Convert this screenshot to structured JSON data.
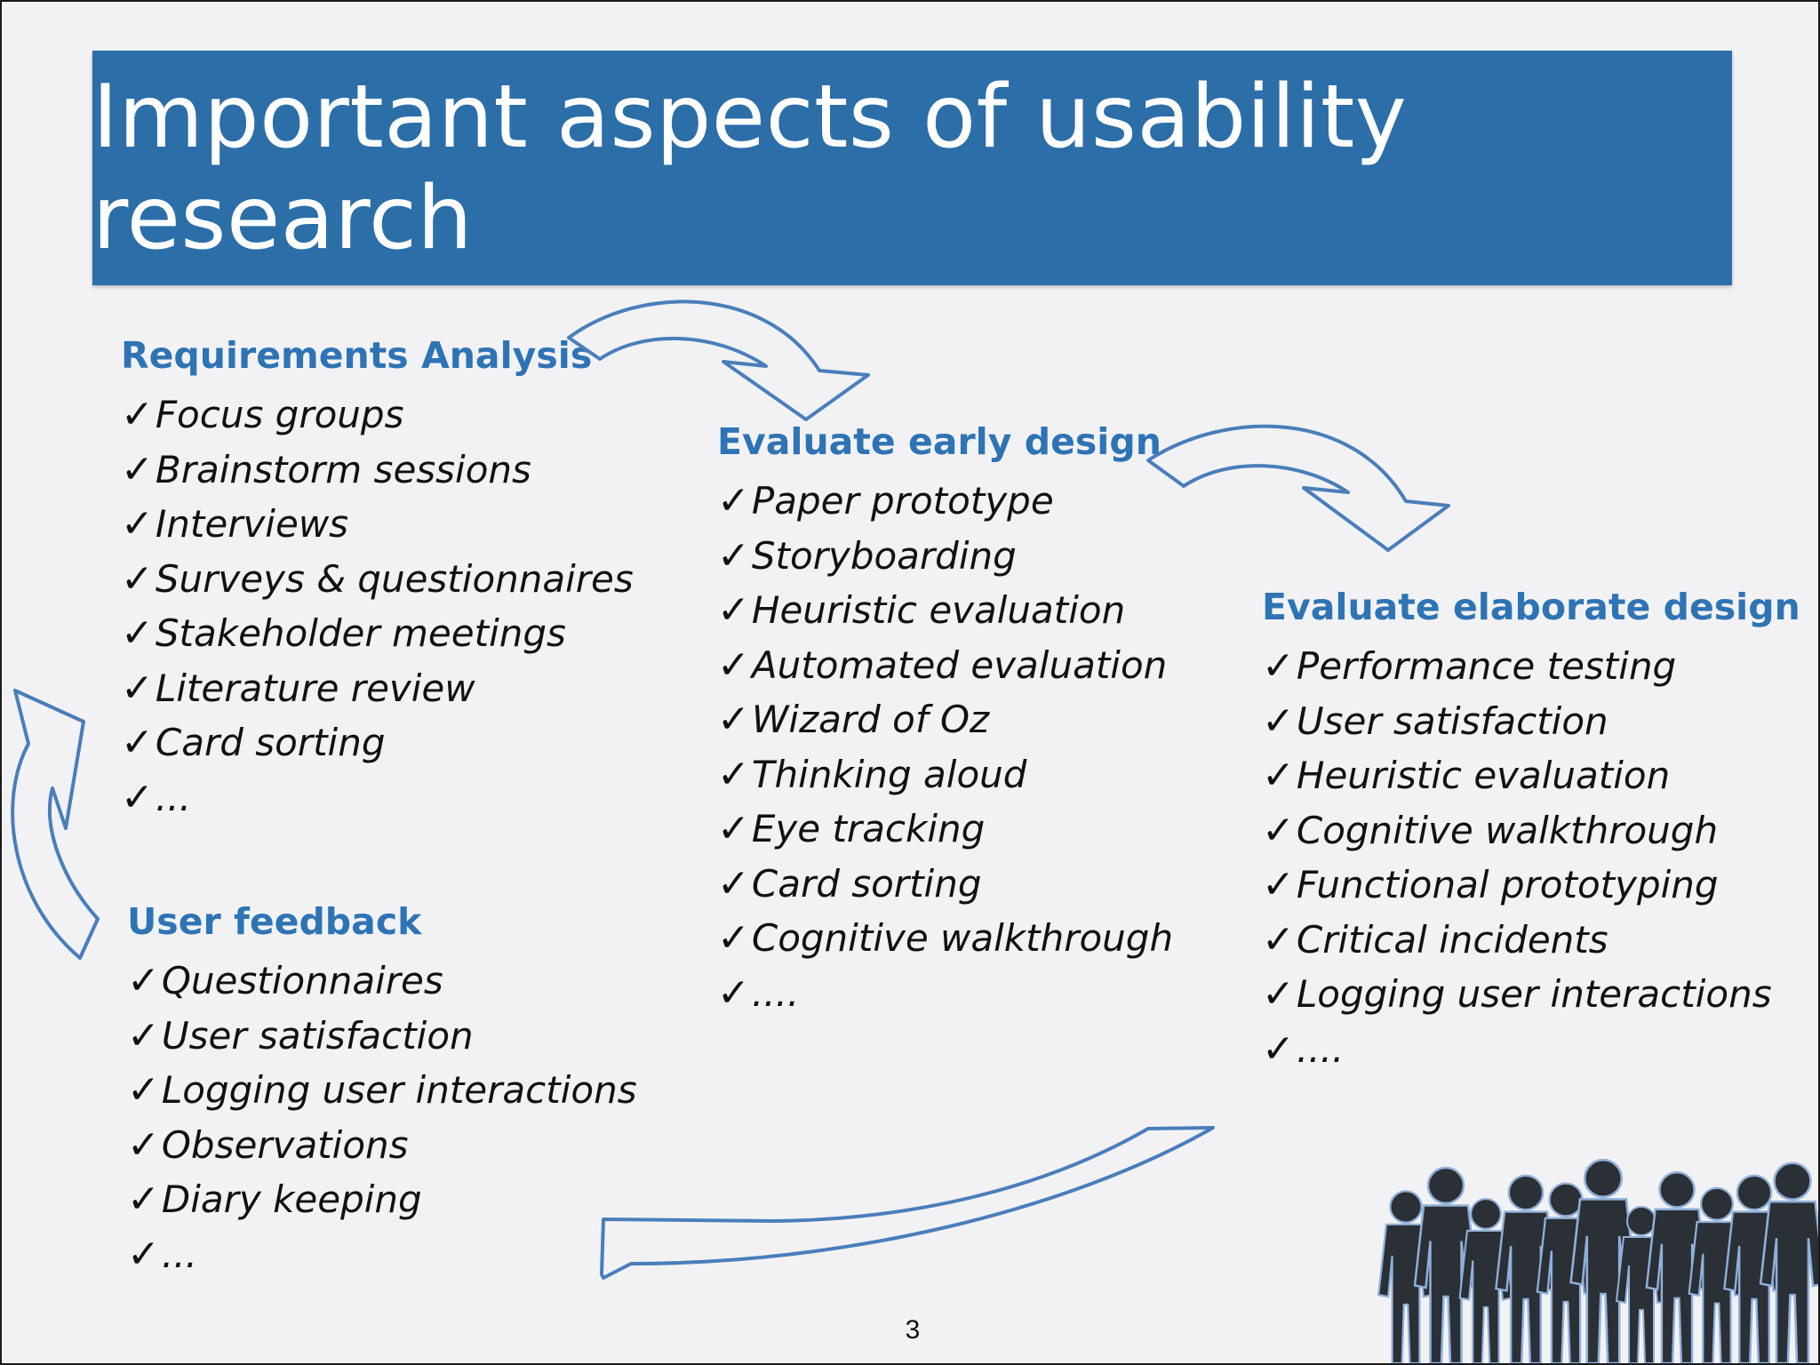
{
  "slide": {
    "title": "Important aspects of usability research",
    "page_number": "3",
    "check_mark": "✓",
    "sections": {
      "requirements": {
        "heading": "Requirements Analysis",
        "items": [
          "Focus groups",
          "Brainstorm sessions",
          "Interviews",
          "Surveys & questionnaires",
          "Stakeholder meetings",
          "Literature review",
          "Card sorting",
          "..."
        ]
      },
      "early_design": {
        "heading": "Evaluate early design",
        "items": [
          "Paper prototype",
          "Storyboarding",
          "Heuristic evaluation",
          "Automated evaluation",
          "Wizard of Oz",
          "Thinking aloud",
          "Eye tracking",
          "Card sorting",
          "Cognitive walkthrough",
          "...."
        ]
      },
      "elaborate_design": {
        "heading": "Evaluate elaborate design",
        "items": [
          "Performance testing",
          "User satisfaction",
          "Heuristic evaluation",
          "Cognitive walkthrough",
          "Functional prototyping",
          "Critical incidents",
          "Logging user interactions",
          "...."
        ]
      },
      "user_feedback": {
        "heading": "User feedback",
        "items": [
          "Questionnaires",
          "User satisfaction",
          "Logging user interactions",
          "Observations",
          "Diary keeping",
          "..."
        ]
      }
    },
    "colors": {
      "title_bar": "#2c6ea8",
      "heading": "#2e74b5",
      "arrow_stroke": "#4a7ebb",
      "silhouette": "#2b2f36"
    }
  }
}
